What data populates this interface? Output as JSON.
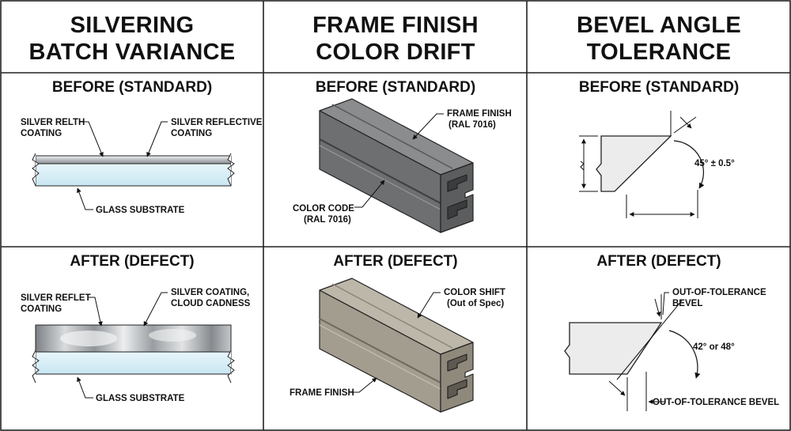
{
  "columns": [
    {
      "header_line1": "SILVERING",
      "header_line2": "BATCH VARIANCE",
      "before": {
        "title": "BEFORE (STANDARD)",
        "left_callout_line1": "SILVER RELTH",
        "left_callout_line2": "COATING",
        "right_callout_line1": "SILVER REFLECTIVE",
        "right_callout_line2": "COATING",
        "bottom_callout": "GLASS SUBSTRATE"
      },
      "after": {
        "title": "AFTER (DEFECT)",
        "left_callout_line1": "SILVER REFLET",
        "left_callout_line2": "COATING",
        "right_callout_line1": "SILVER COATING,",
        "right_callout_line2": "CLOUD CADNESS",
        "bottom_callout": "GLASS SUBSTRATE"
      }
    },
    {
      "header_line1": "FRAME FINISH",
      "header_line2": "COLOR DRIFT",
      "before": {
        "title": "BEFORE (STANDARD)",
        "top_callout_line1": "FRAME FINISH",
        "top_callout_line2": "(RAL 7016)",
        "bottom_callout_line1": "COLOR CODE",
        "bottom_callout_line2": "(RAL 7016)"
      },
      "after": {
        "title": "AFTER (DEFECT)",
        "top_callout_line1": "COLOR SHIFT",
        "top_callout_line2": "(Out of Spec)",
        "bottom_callout": "FRAME FINISH"
      }
    },
    {
      "header_line1": "BEVEL ANGLE",
      "header_line2": "TOLERANCE",
      "before": {
        "title": "BEFORE (STANDARD)",
        "angle_label": "45° ± 0.5°"
      },
      "after": {
        "title": "AFTER (DEFECT)",
        "top_callout_line1": "OUT-OF-TOLERANCE",
        "top_callout_line2": "BEVEL",
        "angle_label": "42° or 48°",
        "bottom_callout": "OUT-OF-TOLERANCE BEVEL"
      }
    }
  ],
  "colors": {
    "frame_standard": "#6d6f71",
    "frame_defect": "#a39d8f",
    "glass": "#d6eef6",
    "silver": "#c9ccd0",
    "bevel_fill": "#ececec"
  }
}
